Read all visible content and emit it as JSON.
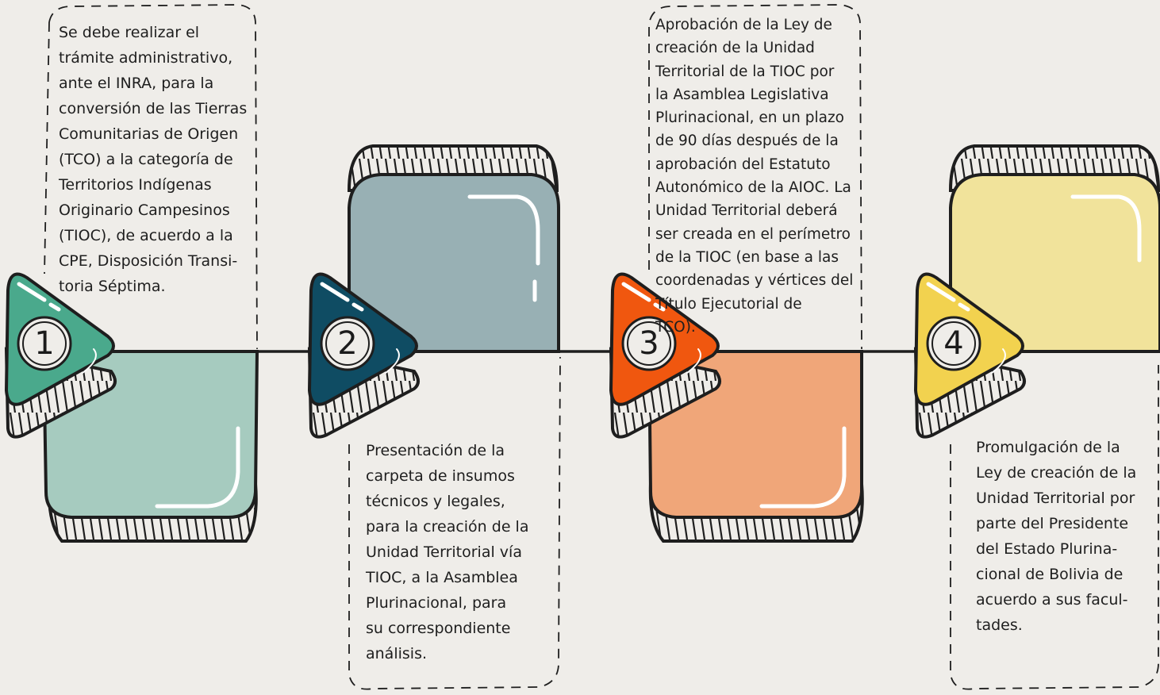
{
  "colors": {
    "background": "#efede9",
    "outline": "#1e1e1e",
    "step1": {
      "card": "#a6cbbf",
      "triangle": "#4aa98c"
    },
    "step2": {
      "card": "#98b0b4",
      "triangle": "#0f4c63"
    },
    "step3": {
      "card": "#f0a679",
      "triangle": "#f0570f"
    },
    "step4": {
      "card": "#f1e39b",
      "triangle": "#f2d24f"
    }
  },
  "steps": [
    {
      "number": "1",
      "text": "Se debe realizar el\ntrámite administrativo,\nante el INRA, para la\nconversión de las Tierras\nComunitarias de Origen\n(TCO) a la categoría de\nTerritorios Indígenas\nOriginario Campesinos\n(TIOC), de acuerdo a la\nCPE, Disposición Transi-\ntoria Séptima."
    },
    {
      "number": "2",
      "text": "Presentación de la\ncarpeta de insumos\ntécnicos y legales,\npara la creación de la\nUnidad Territorial vía\nTIOC, a la Asamblea\nPlurinacional, para\nsu correspondiente\nanálisis."
    },
    {
      "number": "3",
      "text": "Aprobación de la Ley de\ncreación de la Unidad\nTerritorial de la TIOC por\nla Asamblea Legislativa\nPlurinacional, en un plazo\nde 90 días después de la\naprobación del Estatuto\nAutonómico de la AIOC. La\nUnidad Territorial deberá\nser creada en el perímetro\nde la TIOC (en base a las\ncoordenadas y vértices del\n      Título Ejecutorial de\n          TCO)."
    },
    {
      "number": "4",
      "text": "Promulgación de la\nLey de creación de la\nUnidad Territorial por\nparte del Presidente\ndel Estado Plurina-\ncional de Bolivia de\nacuerdo a sus facul-\ntades."
    }
  ]
}
